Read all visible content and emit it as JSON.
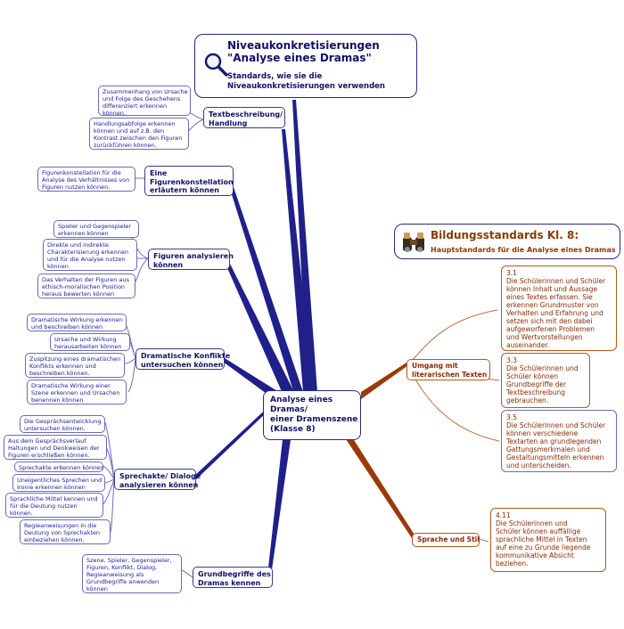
{
  "header": {
    "title": "Niveaukonkretisierungen \"Analyse eines Dramas\"",
    "subtitle": "Standards, wie sie die Niveaukonkretisierungen verwenden",
    "icon": "magnifier-icon"
  },
  "bildungsstandards": {
    "title": "Bildungsstandards Kl. 8:",
    "subtitle": "Hauptstandards für die Analyse eines Dramas",
    "icon": "binoculars-icon"
  },
  "center": {
    "lines": [
      "Analyse eines",
      "Dramas/",
      "einer Dramenszene",
      "(Klasse 8)"
    ]
  },
  "branches": {
    "textbeschreibung": {
      "lines": [
        "Textbeschreibung/",
        "Handlung"
      ],
      "leaves": [
        [
          "Zusammenhang von Ursache",
          "und Folge des Geschehens",
          "differenziert erkennen",
          "können."
        ],
        [
          "Handlungsabfolge erkennen",
          "können und auf z.B. den",
          "Kontrast zwischen den Figuren",
          "zurückführen können."
        ]
      ]
    },
    "figurenkonstellation": {
      "lines": [
        "Eine",
        "Figurenkonstellation",
        "erläutern können"
      ],
      "leaves": [
        [
          "Figurenkonstellation für die",
          "Analyse des Verhältnisses von",
          "Figuren nutzen können."
        ]
      ]
    },
    "figuren": {
      "lines": [
        "Figuren analysieren",
        "können"
      ],
      "leaves": [
        [
          "Spieler und Gegenspieler",
          "erkennen können"
        ],
        [
          "Direkte und indirekte",
          "Charakterisierung erkennen",
          "und für die Analyse nutzen",
          "können"
        ],
        [
          "Das Verhalten der Figuren aus",
          "ethisch-moralischen Position",
          "heraus bewerten können"
        ]
      ]
    },
    "konflikte": {
      "lines": [
        "Dramatische Konflikte",
        "untersuchen können"
      ],
      "leaves": [
        [
          "Dramatische Wirkung erkennen",
          "und beschreiben können"
        ],
        [
          "Ursache und Wirkung",
          "herausarbeiten können"
        ],
        [
          "Zuspitzung eines dramatischen",
          "Konflikts erkennen und",
          "beschreiben können."
        ],
        [
          "Dramatische Wirkung einer",
          "Szene erkennen und Ursachen",
          "benennen können"
        ]
      ]
    },
    "sprechakte": {
      "lines": [
        "Sprechakte/ Dialoge",
        "analysieren können"
      ],
      "leaves": [
        [
          "Die Gesprächsentwicklung",
          "untersuchen können."
        ],
        [
          "Aus dem Gesprächsverlauf",
          "Haltungen und Denkweisen der",
          "Figuren erschließen können."
        ],
        [
          "Sprechakte erkennen können"
        ],
        [
          "Uneigentliches Sprechen und",
          "Ironie erkennen können"
        ],
        [
          "Sprachliche Mittel kennen und",
          "für die Deutung nutzen",
          "können."
        ],
        [
          "Regieanweisungen in die",
          "Deutung von Sprechakten",
          "einbeziehen können."
        ]
      ]
    },
    "grundbegriffe": {
      "lines": [
        "Grundbegriffe des",
        "Dramas kennen"
      ],
      "leaves": [
        [
          "Szene, Spieler, Gegenspieler,",
          "Figuren, Konflikt, Dialog,",
          "Regieanweisung als",
          "Grundbegriffe anwenden",
          "können"
        ]
      ]
    },
    "umgang": {
      "lines": [
        "Umgang mit",
        "literarischen Texten"
      ],
      "leaves": [
        [
          "3.1",
          "Die Schülerinnen und Schüler",
          "können Inhalt und Aussage",
          "eines Textes erfassen. Sie",
          "erkennen Grundmuster von",
          "Verhalten und Erfahrung und",
          "setzen sich mit den dabei",
          "aufgeworfenen Problemen",
          "und Wertvorstellungen",
          "auseinander."
        ],
        [
          "3.3",
          "Die Schülerinnen und",
          "Schüler können",
          "Grundbegriffe der",
          "Textbeschreibung",
          "gebrauchen."
        ],
        [
          "3.5",
          "Die Schülerinnen und Schüler",
          "können verschiedene",
          "Textarten an grundlegenden",
          "Gattungsmerkmalen und",
          "Gestaltungsmitteln erkennen",
          "und unterscheiden."
        ]
      ]
    },
    "sprache": {
      "lines": [
        "Sprache und Stil"
      ],
      "leaves": [
        [
          "4.11",
          "Die Schülerinnen und",
          "Schüler können auffällige",
          "sprachliche Mittel in Texten",
          "auf eine zu Grunde liegende",
          "kommunikative Absicht",
          "beziehen."
        ]
      ]
    }
  },
  "colors": {
    "blue_line": "#20208a",
    "orange_line": "#9a3a0a",
    "thin_blue": "#7070c0",
    "thin_orange": "#c07040"
  }
}
